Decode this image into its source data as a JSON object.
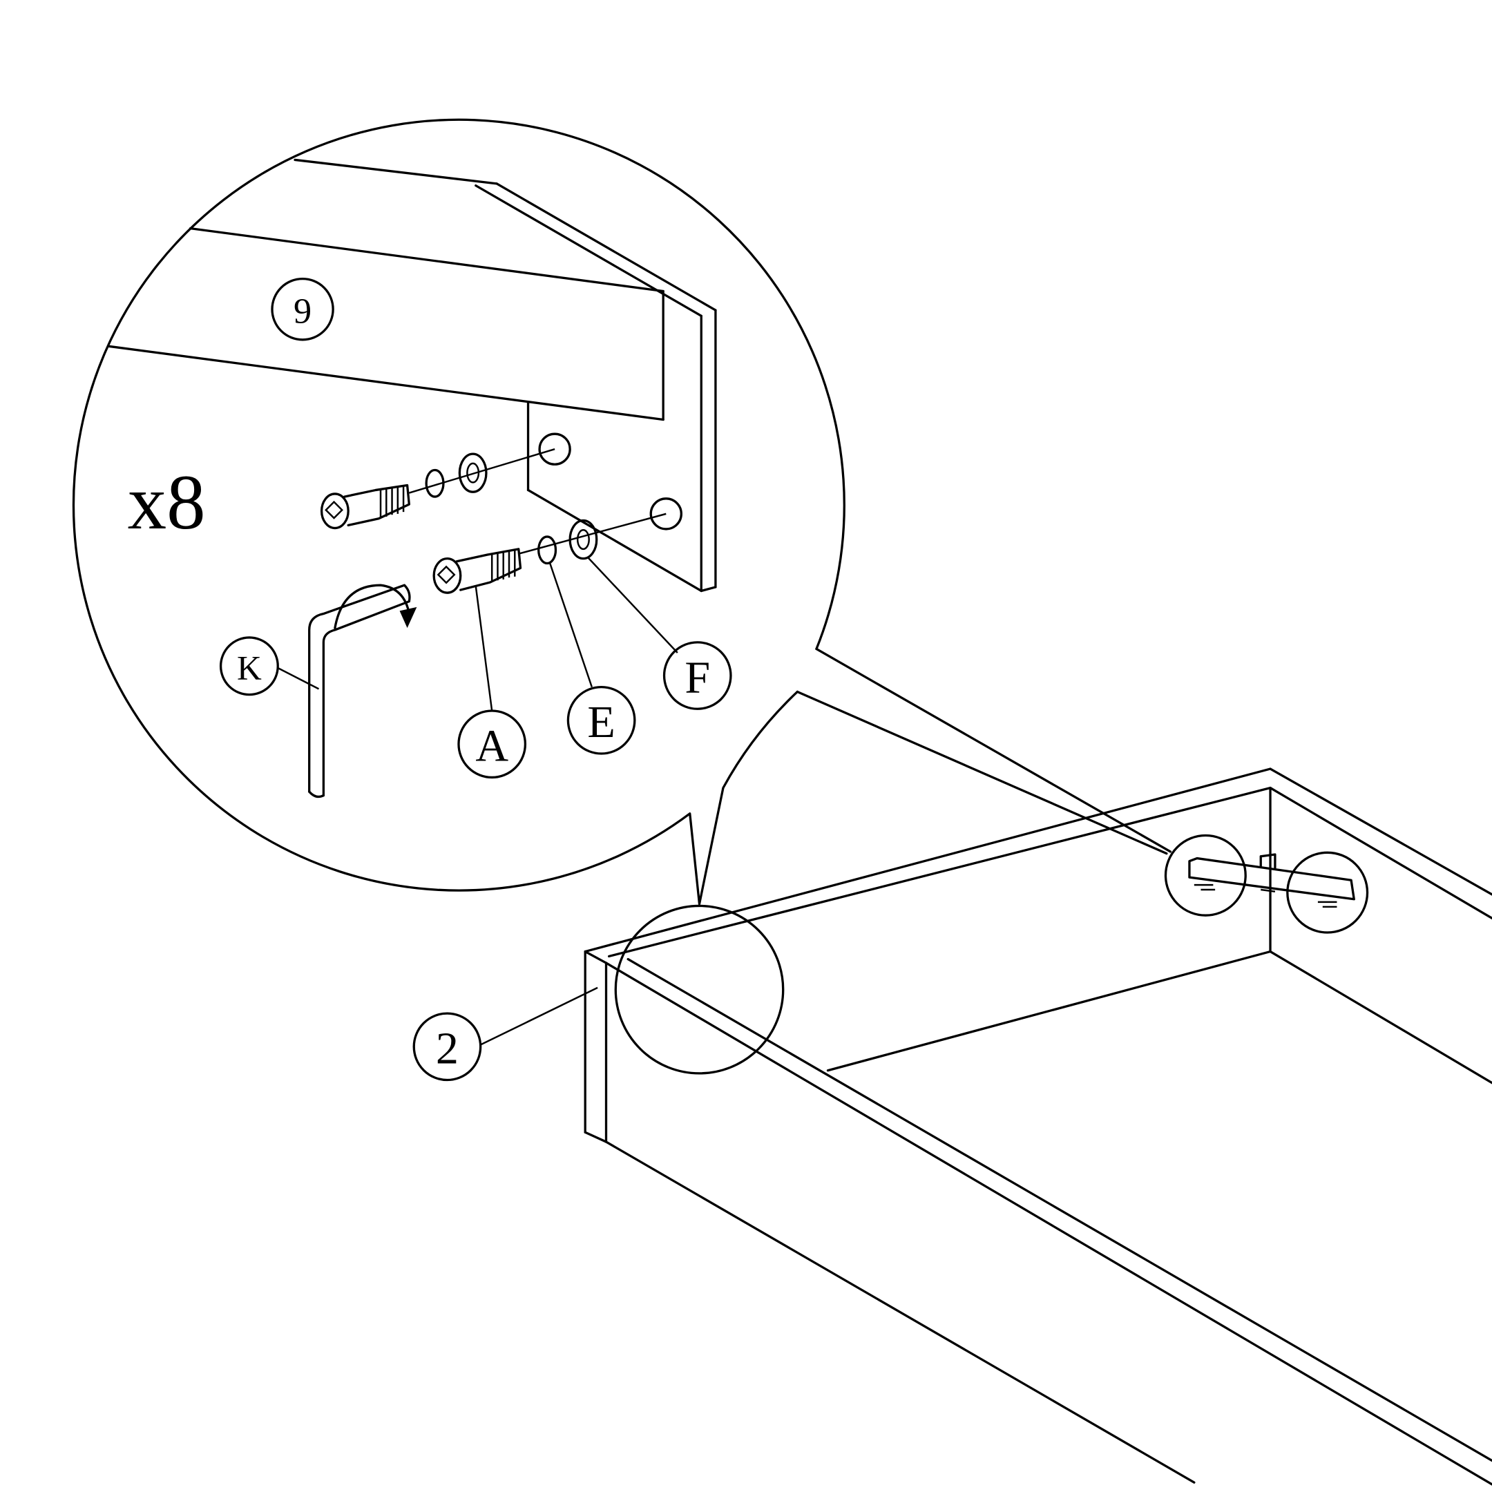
{
  "diagram": {
    "quantity_label": "x8",
    "part_labels": {
      "panel_9": "9",
      "panel_2": "2",
      "allen_key": "K",
      "bolt": "A",
      "spring_washer": "E",
      "flat_washer": "F"
    }
  }
}
